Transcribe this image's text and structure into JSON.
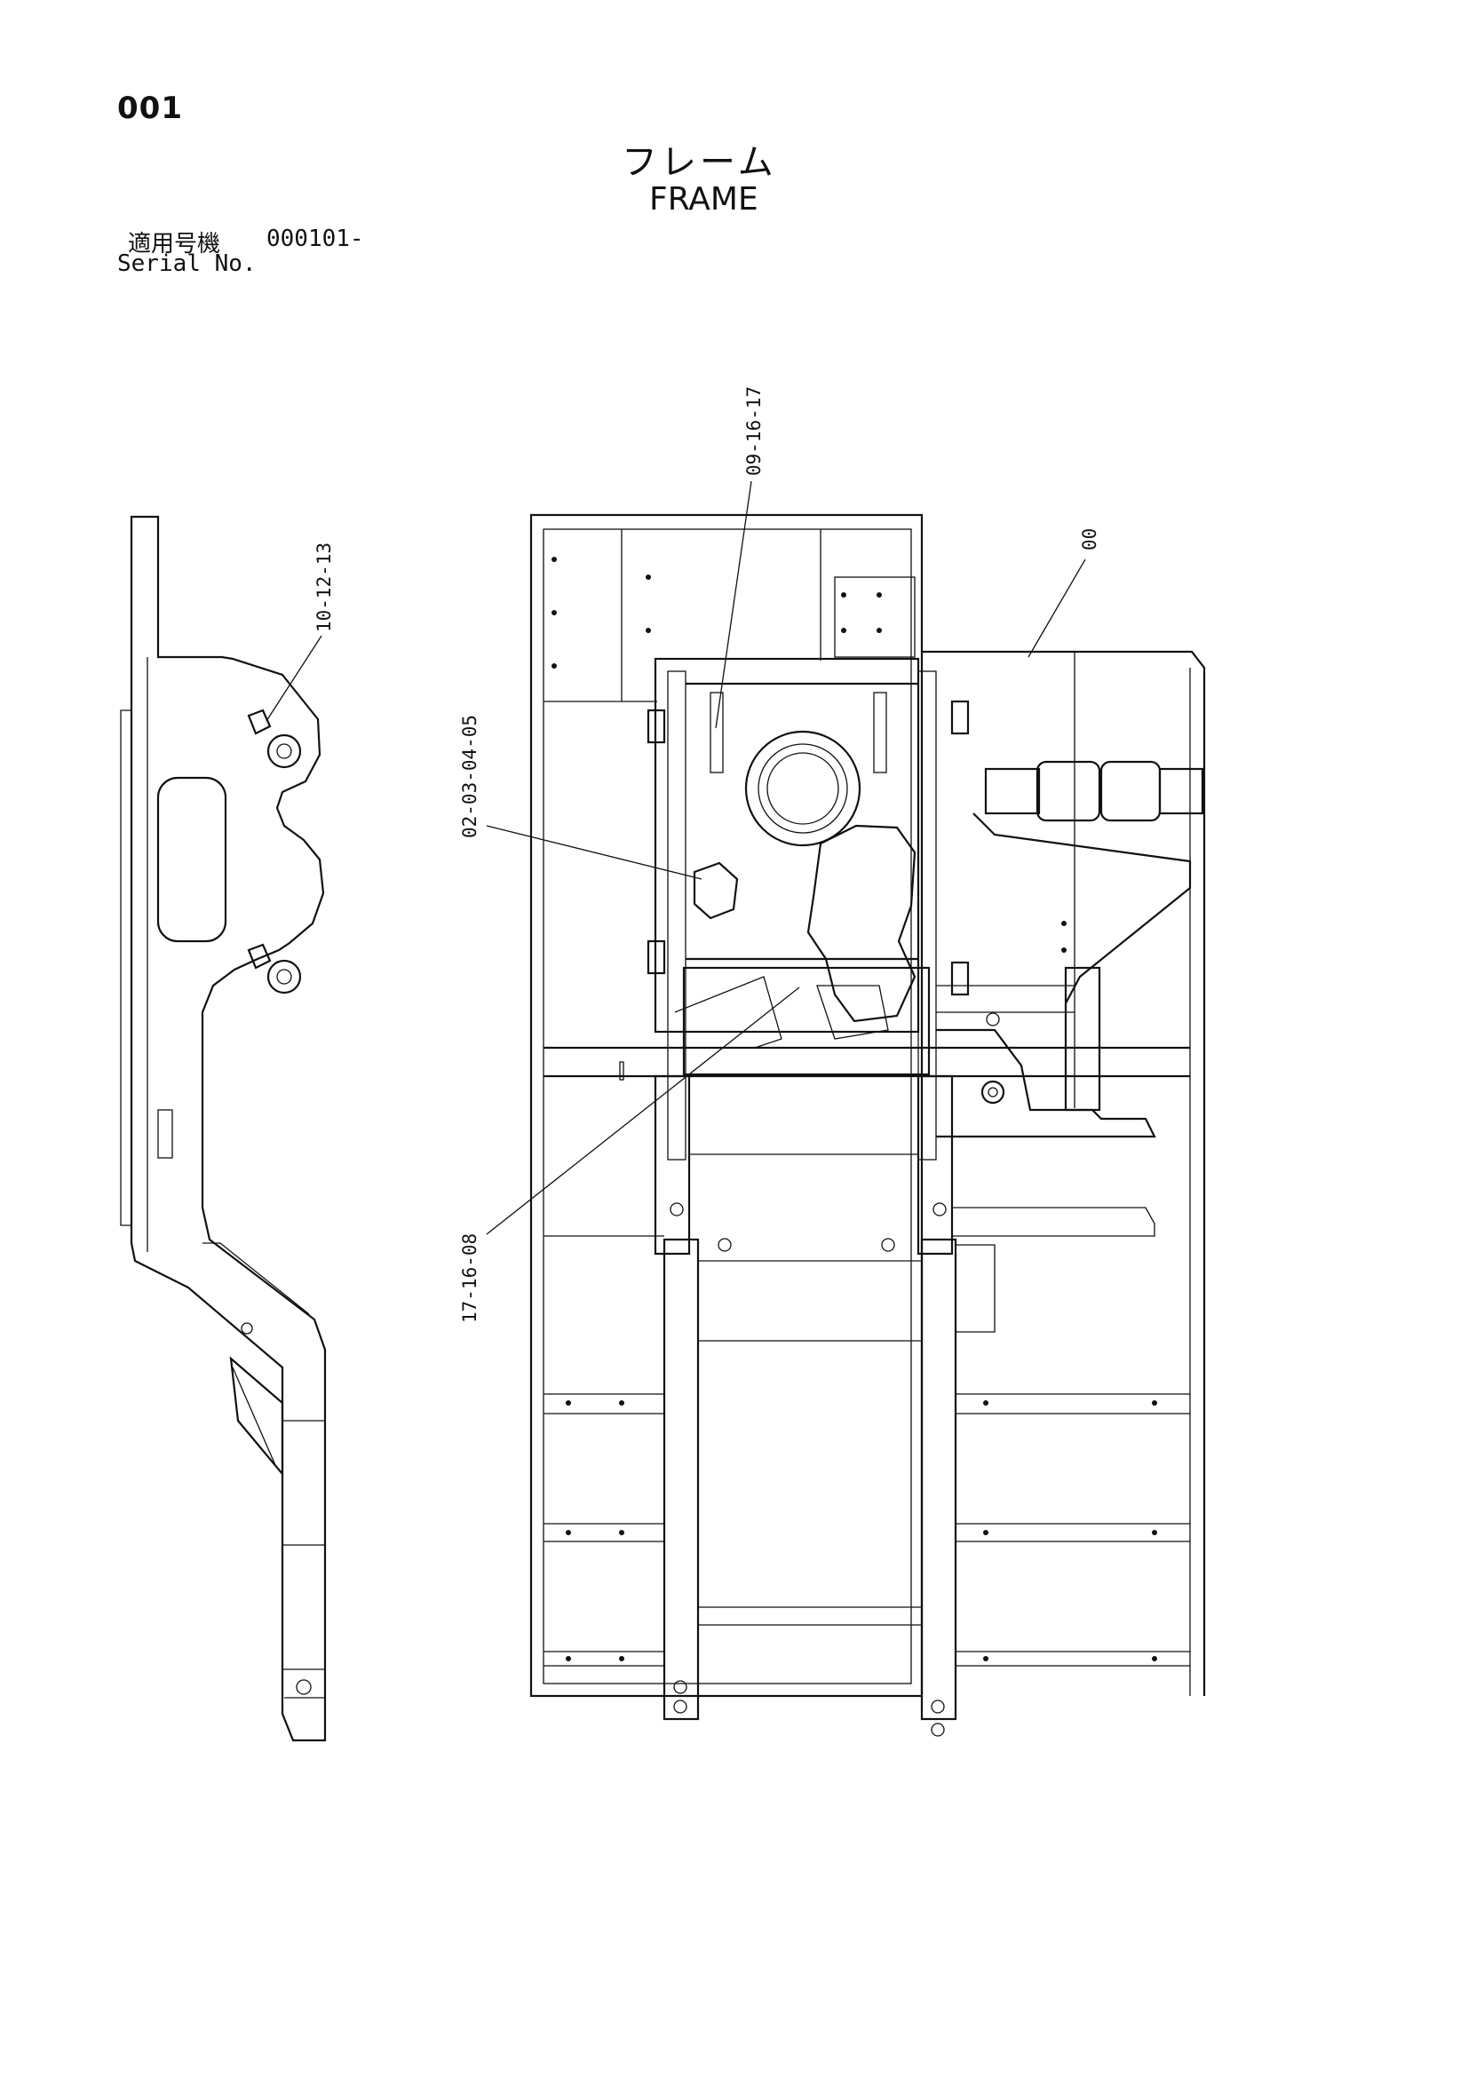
{
  "page": {
    "number": "001"
  },
  "title": {
    "japanese": "フレーム",
    "english": "FRAME"
  },
  "serial": {
    "label_jp": "適用号機",
    "number": "000101-",
    "label_en": "Serial No."
  },
  "callouts": {
    "side_bracket": "10-12-13",
    "center_plate": "09-16-17",
    "frame_body": "00",
    "left_cover": "02-03-04-05",
    "lower_member": "17-16-08"
  }
}
